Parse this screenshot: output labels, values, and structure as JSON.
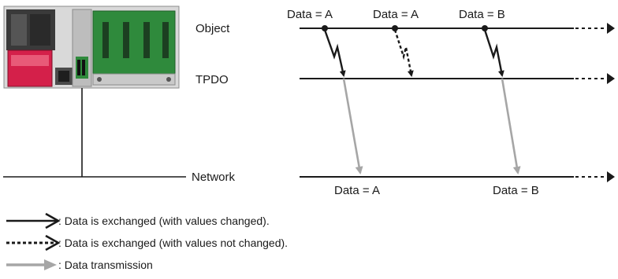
{
  "labels": {
    "object": "Object",
    "tpdo": "TPDO",
    "network": "Network"
  },
  "top_values": [
    "Data = A",
    "Data = A",
    "Data = B"
  ],
  "bottom_values": [
    "Data = A",
    "Data = B"
  ],
  "legend": [
    {
      "icon": "solid-zigzag-arrow-icon",
      "text": ": Data is exchanged (with values changed)."
    },
    {
      "icon": "dashed-zigzag-arrow-icon",
      "text": ": Data is exchanged (with values not changed)."
    },
    {
      "icon": "gray-arrow-icon",
      "text": ": Data transmission"
    }
  ],
  "colors": {
    "line": "#1a1a1a",
    "transmission": "#a6a6a6",
    "plc_red": "#d4204a",
    "plc_green": "#2f8a3c",
    "plc_gray": "#c9c9c9",
    "plc_dark": "#3a3a3a"
  }
}
